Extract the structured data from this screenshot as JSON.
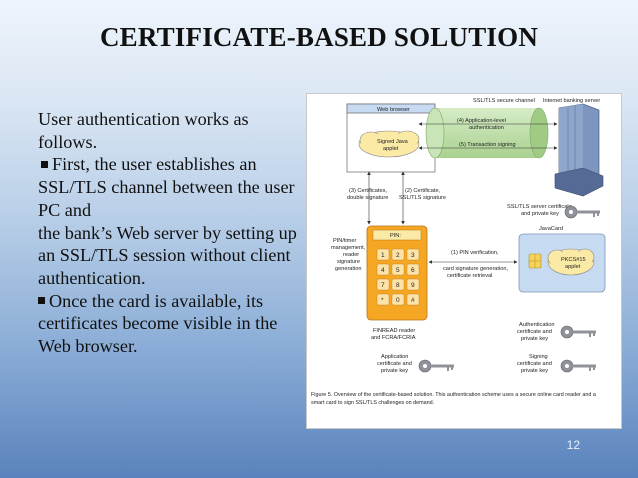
{
  "slide": {
    "title": "CERTIFICATE-BASED SOLUTION",
    "paragraphs": {
      "p1": "User authentication works as follows.",
      "p2": "First, the user establishes an SSL/TLS channel between the user PC and",
      "p3": "the bank’s Web server by setting up an  SSL/TLS session without client authentication.",
      "p4": "Once the card is available, its certificates become visible in the Web browser."
    },
    "page_number": "12"
  },
  "figure": {
    "labels": {
      "ssl_channel": "SSL/TLS secure channel",
      "server": "Internet banking server",
      "web_browser": "Web browser",
      "signed_java_1": "Signed Java",
      "signed_java_2": "applet",
      "app_auth_1": "(4) Application-level",
      "app_auth_2": "authentication",
      "tx_signing": "(5) Transaction signing",
      "certs_1": "(3) Certificates,",
      "certs_2": "double signature",
      "cert_sig_1": "(2) Certificate,",
      "cert_sig_2": "SSL/TLS signature",
      "server_cert_1": "SSL/TLS server certificate",
      "server_cert_2": "and private key",
      "javacard": "JavaCard",
      "pin": "PIN:",
      "pin_mgmt_1": "PIN/timer",
      "pin_mgmt_2": "management,",
      "pin_mgmt_3": "reader",
      "pin_mgmt_4": "signature",
      "pin_mgmt_5": "generation",
      "pin_verif_1": "(1) PIN verification,",
      "pin_verif_2": "card signature generation,",
      "pin_verif_3": "certificate retrieval",
      "pkcs_1": "PKCS#15",
      "pkcs_2": "applet",
      "reader_1": "FINREAD reader",
      "reader_2": "and FCRA/FCRIA",
      "auth_cert_1": "Authentication",
      "auth_cert_2": "certificate and",
      "auth_cert_3": "private key",
      "app_cert_1": "Application",
      "app_cert_2": "certificate and",
      "app_cert_3": "private key",
      "sign_cert_1": "Signing",
      "sign_cert_2": "certificate and",
      "sign_cert_3": "private key",
      "keys": [
        "1",
        "2",
        "3",
        "4",
        "5",
        "6",
        "7",
        "8",
        "9",
        "*",
        "0",
        "#"
      ],
      "caption_1": "Figure 5. Overview of the certificate-based solution. This authentication scheme uses a secure online card reader and a",
      "caption_2": "smart card to sign SSL/TLS challenges on demand."
    },
    "colors": {
      "green": "#b9dda5",
      "yellow": "#fbeaa6",
      "blue": "#c6daf2",
      "orange": "#f5a623",
      "server_blue": "#7d96c0",
      "gray_key": "#8f9399"
    }
  }
}
